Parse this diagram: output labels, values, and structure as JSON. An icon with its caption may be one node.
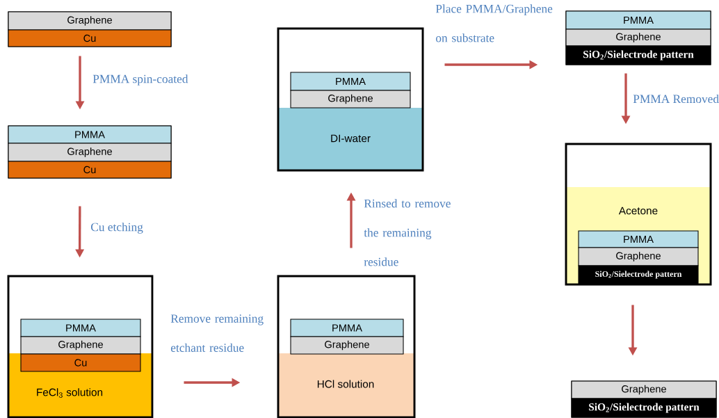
{
  "diagram": {
    "nodes": [
      {
        "text": [],
        "shape": "box"
      },
      {
        "text": [
          "Graphene"
        ],
        "in": 0
      },
      {
        "text": [
          "Cu"
        ],
        "in": 0
      },
      {
        "text": [],
        "shape": "box"
      },
      {
        "text": [
          "PMMA"
        ],
        "in": 3
      },
      {
        "text": [
          "Graphene"
        ],
        "in": 3
      },
      {
        "text": [
          "Cu"
        ],
        "in": 3
      },
      {
        "text": [
          "FeCl$_{3}$ solution"
        ]
      },
      {
        "text": [
          "PMMA"
        ],
        "in": 7
      },
      {
        "text": [
          "Graphene"
        ],
        "in": 7
      },
      {
        "text": [
          "Cu"
        ],
        "in": 7
      },
      {
        "text": [
          "HCl solution"
        ]
      },
      {
        "text": [
          "PMMA"
        ],
        "in": 11
      },
      {
        "text": [
          "Graphene"
        ],
        "in": 11
      },
      {
        "text": [
          "DI-water"
        ]
      },
      {
        "text": [
          "PMMA"
        ],
        "in": 14
      },
      {
        "text": [
          "Graphene"
        ],
        "in": 14
      },
      {
        "text": [],
        "shape": "box"
      },
      {
        "text": [
          "PMMA"
        ],
        "in": 17
      },
      {
        "text": [
          "Graphene"
        ],
        "in": 17
      },
      {
        "text": [
          "SiO$_{2}$/Sielectrode pattern"
        ],
        "in": 17
      },
      {
        "text": [
          "Acetone"
        ]
      },
      {
        "text": [
          "PMMA"
        ],
        "in": 21
      },
      {
        "text": [
          "Graphene"
        ],
        "in": 21
      },
      {
        "text": [
          "SiO$_{2}$/Sielectrode pattern"
        ],
        "in": 21
      },
      {
        "text": [],
        "shape": "box"
      },
      {
        "text": [
          "Graphene"
        ],
        "in": 25
      },
      {
        "text": [
          "SiO$_{2}$/Sielectrode pattern"
        ],
        "in": 25
      }
    ],
    "edges": [
      {
        "from": 0,
        "to": 3,
        "arrow": "to",
        "label": "PMMA spin-coated"
      },
      {
        "from": 3,
        "to": 7,
        "arrow": "to",
        "label": "Cu etching"
      },
      {
        "from": 7,
        "to": 11,
        "arrow": "to",
        "label": "Remove remaining etchant residue"
      },
      {
        "from": 11,
        "to": 14,
        "arrow": "to",
        "label": "Rinsed to remove the remaining residue"
      },
      {
        "from": 14,
        "to": 17,
        "arrow": "to",
        "label": "Place PMMA/Graphene on substrate"
      },
      {
        "from": 17,
        "to": 21,
        "arrow": "to",
        "label": "PMMA Removed"
      },
      {
        "from": 21,
        "to": 25,
        "arrow": "to"
      }
    ]
  }
}
